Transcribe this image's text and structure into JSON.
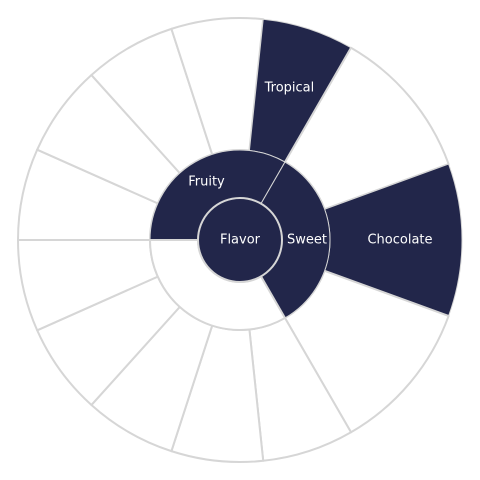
{
  "colors": {
    "active_fill": "#22264a",
    "inactive_fill": "#ffffff",
    "stroke": "#d6d6d6",
    "active_text": "#ffffff"
  },
  "center": {
    "label": "Flavor"
  },
  "inner_ring": [
    {
      "label": "Fruity",
      "start_deg": 180,
      "end_deg": 300,
      "active": true
    },
    {
      "label": "Sweet",
      "start_deg": 300,
      "end_deg": 420,
      "active": true
    },
    {
      "label": "",
      "start_deg": 60,
      "end_deg": 180,
      "active": false
    }
  ],
  "outer_ring": [
    {
      "label": "",
      "start_deg": 180,
      "end_deg": 204,
      "active": false
    },
    {
      "label": "",
      "start_deg": 204,
      "end_deg": 228,
      "active": false
    },
    {
      "label": "",
      "start_deg": 228,
      "end_deg": 252,
      "active": false
    },
    {
      "label": "",
      "start_deg": 252,
      "end_deg": 276,
      "active": false
    },
    {
      "label": "Tropical",
      "start_deg": 276,
      "end_deg": 300,
      "active": true
    },
    {
      "label": "",
      "start_deg": 300,
      "end_deg": 340,
      "active": false
    },
    {
      "label": "Chocolate",
      "start_deg": 340,
      "end_deg": 380,
      "active": true
    },
    {
      "label": "",
      "start_deg": 380,
      "end_deg": 420,
      "active": false
    },
    {
      "label": "",
      "start_deg": 60,
      "end_deg": 84,
      "active": false
    },
    {
      "label": "",
      "start_deg": 84,
      "end_deg": 108,
      "active": false
    },
    {
      "label": "",
      "start_deg": 108,
      "end_deg": 132,
      "active": false
    },
    {
      "label": "",
      "start_deg": 132,
      "end_deg": 156,
      "active": false
    },
    {
      "label": "",
      "start_deg": 156,
      "end_deg": 180,
      "active": false
    }
  ]
}
